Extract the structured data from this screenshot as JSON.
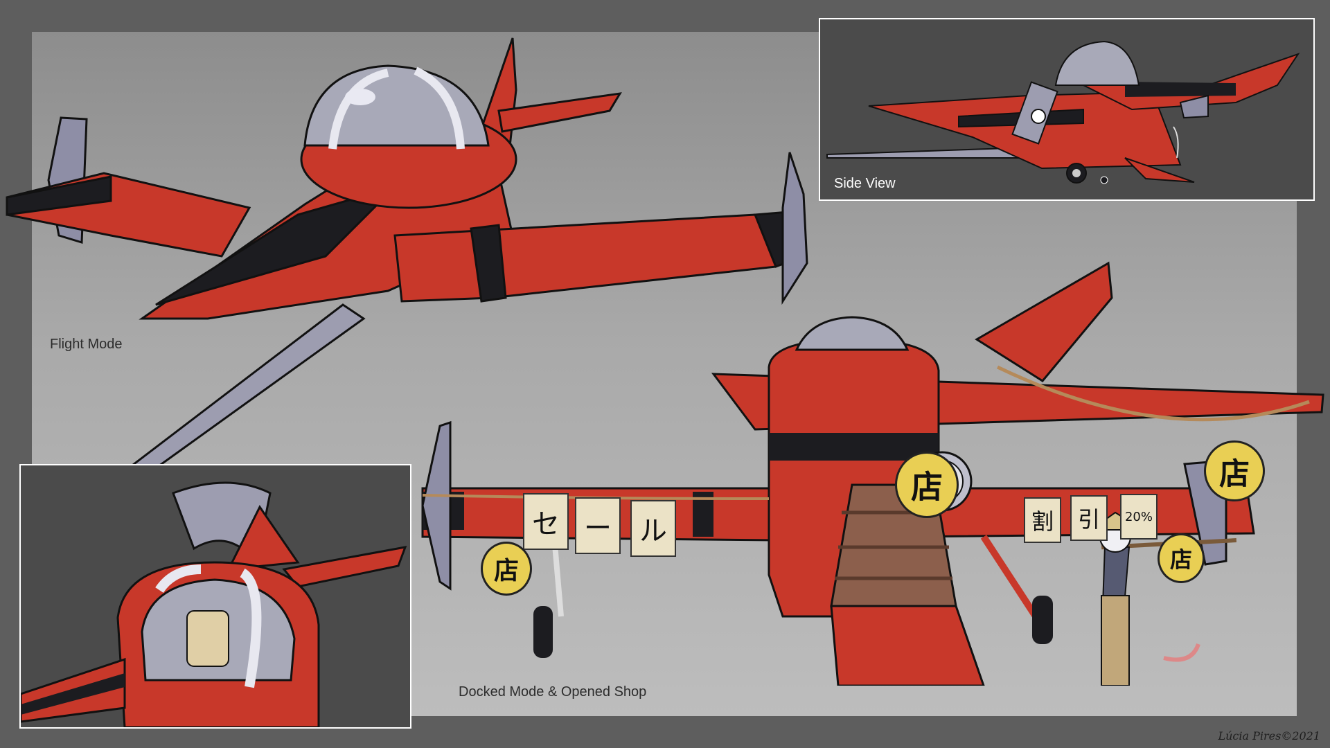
{
  "captions": {
    "flight_mode": "Flight Mode",
    "side_view": "Side View",
    "docked_mode": "Docked Mode & Opened Shop"
  },
  "lantern_kanji": "店",
  "banners": {
    "sale": [
      "セ",
      "ー",
      "ル"
    ],
    "discount": [
      "割",
      "引"
    ],
    "percent": "20%"
  },
  "signature": "Lúcia Pires©2021",
  "colors": {
    "hull_red": "#c8382a",
    "hull_dark": "#1c1c20",
    "canopy": "#a8a9b8",
    "metal": "#9c9cae",
    "lantern": "#e9cf54",
    "banner": "#ebe2c6"
  }
}
